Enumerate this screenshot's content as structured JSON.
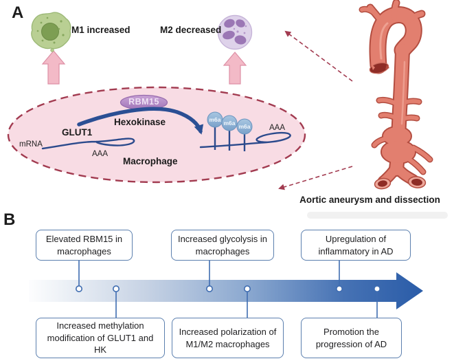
{
  "figure": {
    "panel_a": {
      "label": "A",
      "m1_label": "M1 increased",
      "m2_label": "M2 decreased",
      "rbm15_label": "RBM15",
      "hexokinase_label": "Hexokinase",
      "glut1_label": "GLUT1",
      "mrna_label": "mRNA",
      "aaa_left": "AAA",
      "aaa_right": "AAA",
      "macrophage_label": "Macrophage",
      "m6a_label": "m6a",
      "aorta_caption": "Aortic aneurysm and dissection"
    },
    "panel_b": {
      "label": "B",
      "top_boxes": [
        "Elevated RBM15 in macrophages",
        "Increased glycolysis in macrophages",
        "Upregulation of inflammatory in AD"
      ],
      "bottom_boxes": [
        "Increased methylation modification of GLUT1 and HK",
        "Increased polarization of M1/M2 macrophages",
        "Promotion the progression of AD"
      ]
    },
    "colors": {
      "ellipse_fill": "#f8dce4",
      "ellipse_border": "#a23b50",
      "pink_arrow": "#f3bac7",
      "m1_cell_green": "#b9cf93",
      "m2_cell_purple": "#ded2ea",
      "rbm15_oval": "#ab80c0",
      "m6a_circle": "#8fb3d8",
      "rna_blue": "#2b4a8c",
      "timeline_blue": "#2a5ca8",
      "box_border": "#5b7fae",
      "aorta_fill": "#e27f6f",
      "aorta_outline": "#b34d40",
      "dashed_arrow": "#a23b50"
    }
  }
}
